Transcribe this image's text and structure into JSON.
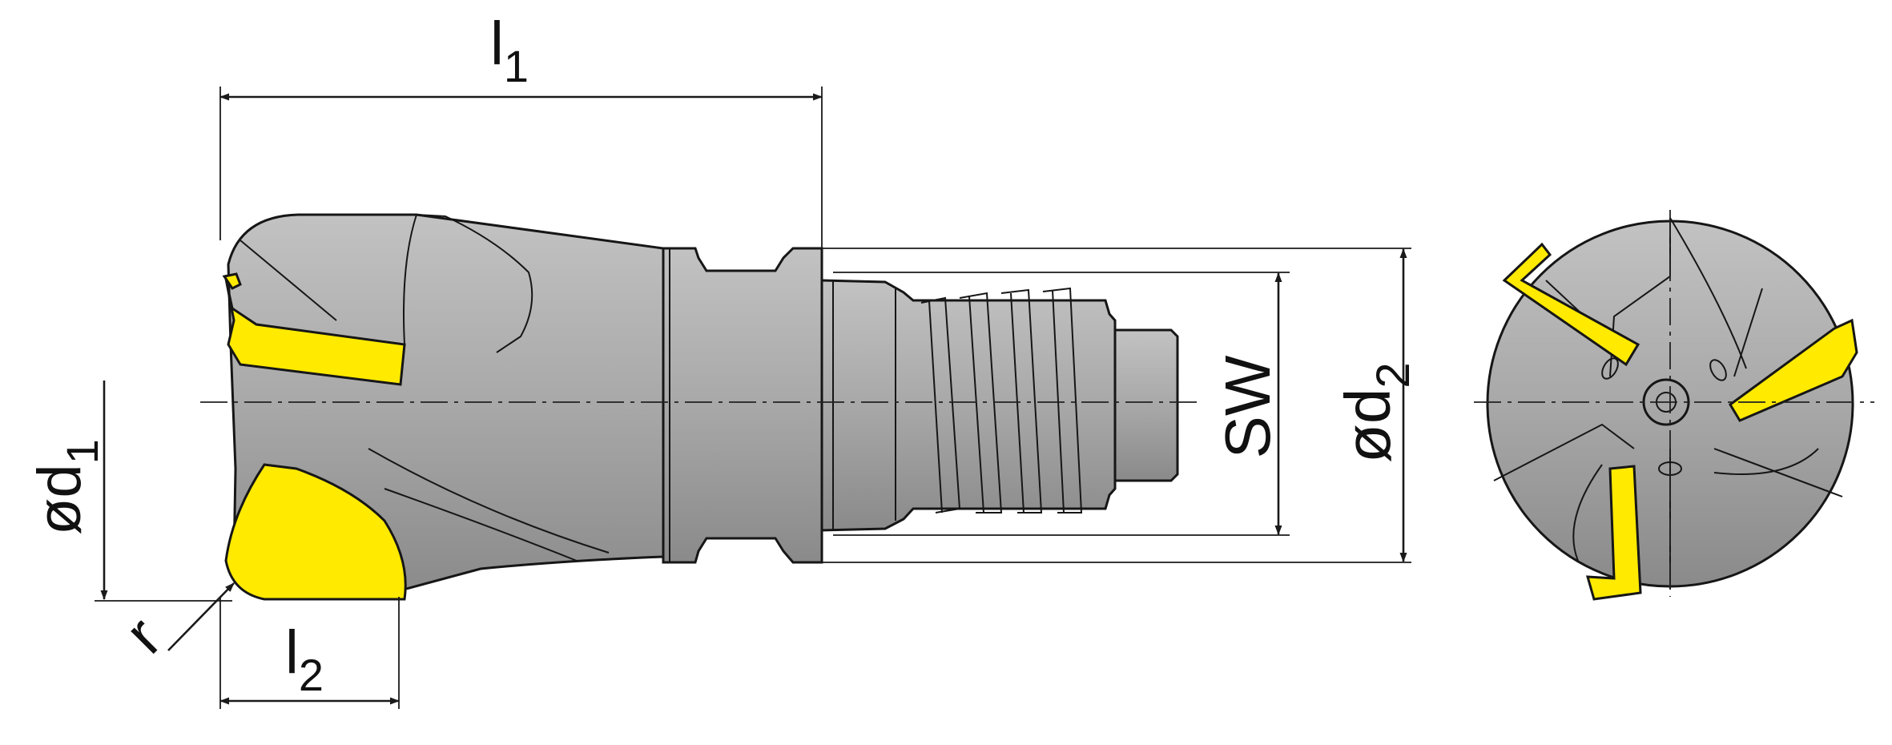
{
  "colors": {
    "body": "#a8a8a8",
    "body_light": "#c2c2c2",
    "body_dark": "#8a8a8a",
    "insert": "#ffea00",
    "insert_edge": "#c8b400",
    "line": "#161616"
  },
  "labels": {
    "l1": {
      "main": "l",
      "sub": "1"
    },
    "l2": {
      "main": "l",
      "sub": "2"
    },
    "d1": {
      "main": "ød",
      "sub": "1"
    },
    "d2": {
      "main": "ød",
      "sub": "2"
    },
    "sw": {
      "main": "SW"
    },
    "r": {
      "main": "r"
    }
  }
}
